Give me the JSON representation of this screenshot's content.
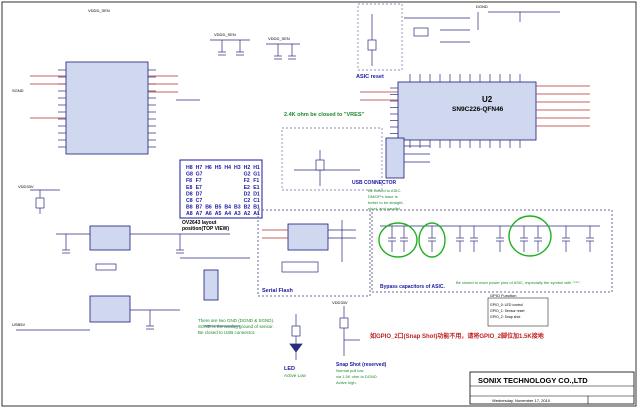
{
  "labels": {
    "asic_reset": "ASIC reset",
    "u2_ref": "U2",
    "u2_part": "SN9C226-QFN46",
    "vres_note": "2.4K ohm be closed to \"VRES\"",
    "layout_caption_1": "OV2643 layout",
    "layout_caption_2": "position(TOP VIEW)",
    "usb_connector": "USB CONNECTOR",
    "usb_note_1": "Be closed to ASIC.",
    "usb_note_2": "DM/DP's trace is",
    "usb_note_3": "better to be straight,",
    "usb_note_4": "short, and parallel.",
    "serial_flash": "Serial Flash",
    "bypass_caps": "Bypass capacitors of ASIC.",
    "bypass_note": "Be closed to each power pins of ASIC, especially the symbol with \"***\".",
    "gnd_note_1": "There are two GND (DGND & SGND).",
    "gnd_note_2": "SGND is the analog ground of sensor.",
    "gnd_note_3": "Be closed to USB connector.",
    "led": "LED",
    "active_low": "Active Low",
    "snapshot_1": "Snap Shot (reserved)",
    "snapshot_2": "Normal pull low",
    "snapshot_3": "via 1.5K ohm to DGND.",
    "snapshot_4": "Active high.",
    "chinese_note": "如GPIO_2口(Snap Shot)功能不用，请将GPIO_2脚位加1.5K接地",
    "gpio_function": "GPIO Function",
    "gpio_0": "GPIO_0: LED control",
    "gpio_1": "GPIO_1: Sensor reset",
    "gpio_2": "GPIO_2: Snap shot",
    "company": "SONIX TECHNOLOGY CO.,LTD",
    "date_row": "Wednesday, November 17, 2010",
    "vdd_sen": "VDDD_SEN",
    "vdd33": "VDD33V",
    "gnd": "DGND",
    "usb5v": "USB5V",
    "sgnd": "SGND"
  },
  "pin_grid": [
    [
      "H8",
      "H7",
      "H6",
      "H5",
      "H4",
      "H3",
      "H2",
      "H1"
    ],
    [
      "G8",
      "G7",
      "",
      "",
      "",
      "",
      "G2",
      "G1"
    ],
    [
      "F8",
      "F7",
      "",
      "",
      "",
      "",
      "F2",
      "F1"
    ],
    [
      "E8",
      "E7",
      "",
      "",
      "",
      "",
      "E2",
      "E1"
    ],
    [
      "D8",
      "D7",
      "",
      "",
      "",
      "",
      "D2",
      "D1"
    ],
    [
      "C8",
      "C7",
      "",
      "",
      "",
      "",
      "C2",
      "C1"
    ],
    [
      "B8",
      "B7",
      "B6",
      "B5",
      "B4",
      "B3",
      "B2",
      "B1"
    ],
    [
      "A8",
      "A7",
      "A6",
      "A5",
      "A4",
      "A3",
      "A2",
      "A1"
    ]
  ],
  "colors": {
    "wire": "#2a2a80",
    "ic_fill": "#cfd8ee",
    "note_green": "#1d8a2a",
    "note_blue": "#1a1aa0",
    "note_red": "#c02020",
    "highlight_ring": "#20b020"
  }
}
